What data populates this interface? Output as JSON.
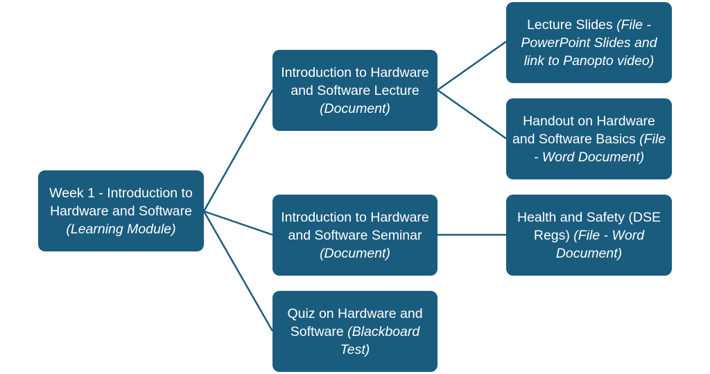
{
  "diagram": {
    "nodes": {
      "root": {
        "text": "Week  1 - Introduction to Hardware and Software ",
        "italic": "(Learning Module)"
      },
      "lecture": {
        "text": "Introduction to Hardware and Software Lecture ",
        "italic": "(Document)"
      },
      "seminar": {
        "text": "Introduction to Hardware and Software Seminar ",
        "italic": "(Document)"
      },
      "quiz": {
        "text": "Quiz on Hardware and Software ",
        "italic": "(Blackboard Test)"
      },
      "slides": {
        "text": "Lecture Slides ",
        "italic": "(File - PowerPoint Slides and link to Panopto video)"
      },
      "handout": {
        "text": "Handout on Hardware and Software Basics ",
        "italic": "(File - Word Document)"
      },
      "health": {
        "text": "Health and Safety (DSE Regs) ",
        "italic": "(File - Word Document)"
      }
    },
    "edges": [
      [
        "root",
        "lecture"
      ],
      [
        "root",
        "seminar"
      ],
      [
        "root",
        "quiz"
      ],
      [
        "lecture",
        "slides"
      ],
      [
        "lecture",
        "handout"
      ],
      [
        "seminar",
        "health"
      ]
    ],
    "colors": {
      "node_fill": "#1a5c7d",
      "node_text": "#ffffff",
      "connector": "#1a5c7d"
    }
  }
}
